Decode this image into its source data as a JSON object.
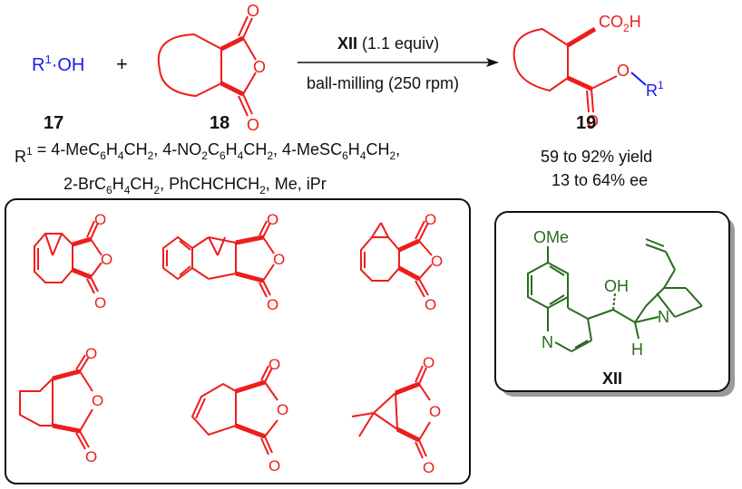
{
  "reactant_alcohol": {
    "r": "R",
    "r_sup": "1",
    "dot": "·",
    "oh": "OH",
    "number": "17"
  },
  "plus_sign": "+",
  "anhydride": {
    "o_carbonyl_top": "O",
    "o_ring": "O",
    "o_carbonyl_bottom": "O",
    "number": "18"
  },
  "arrow": {
    "catalyst": "XII",
    "catalyst_amount": " (1.1 equiv)",
    "conditions": "ball-milling (250 rpm)"
  },
  "product": {
    "acid_co": "CO",
    "acid_sub": "2",
    "acid_h": "H",
    "ester_o": "O",
    "carbonyl_o": "O",
    "r": "R",
    "r_sup": "1",
    "number": "19"
  },
  "substituents": {
    "prefix": "R",
    "prefix_sup": "1",
    "line1_segments": [
      {
        "t": " = 4-MeC",
        "s": ""
      },
      {
        "t": "6",
        "s": "sub"
      },
      {
        "t": "H",
        "s": ""
      },
      {
        "t": "4",
        "s": "sub"
      },
      {
        "t": "CH",
        "s": ""
      },
      {
        "t": "2",
        "s": "sub"
      },
      {
        "t": ", 4-NO",
        "s": ""
      },
      {
        "t": "2",
        "s": "sub"
      },
      {
        "t": "C",
        "s": ""
      },
      {
        "t": "6",
        "s": "sub"
      },
      {
        "t": "H",
        "s": ""
      },
      {
        "t": "4",
        "s": "sub"
      },
      {
        "t": "CH",
        "s": ""
      },
      {
        "t": "2",
        "s": "sub"
      },
      {
        "t": ", 4-MeSC",
        "s": ""
      },
      {
        "t": "6",
        "s": "sub"
      },
      {
        "t": "H",
        "s": ""
      },
      {
        "t": "4",
        "s": "sub"
      },
      {
        "t": "CH",
        "s": ""
      },
      {
        "t": "2",
        "s": "sub"
      },
      {
        "t": ",",
        "s": ""
      }
    ],
    "line2_segments": [
      {
        "t": "2-BrC",
        "s": ""
      },
      {
        "t": "6",
        "s": "sub"
      },
      {
        "t": "H",
        "s": ""
      },
      {
        "t": "4",
        "s": "sub"
      },
      {
        "t": "CH",
        "s": ""
      },
      {
        "t": "2",
        "s": "sub"
      },
      {
        "t": ",  PhCHCHCH",
        "s": ""
      },
      {
        "t": "2",
        "s": "sub"
      },
      {
        "t": ", Me, iPr",
        "s": ""
      }
    ]
  },
  "results": {
    "yield": "59 to 92% yield",
    "ee": "13 to 64% ee"
  },
  "substrate_box": {
    "o_label": "O"
  },
  "catalyst_box": {
    "ome": "OMe",
    "oh": "OH",
    "n_quinoline": "N",
    "n_quinuclidine": "N",
    "h": "H",
    "name": "XII"
  },
  "colors": {
    "substrate": "#ee1c1c",
    "alcohol": "#1a1aee",
    "catalyst": "#2a6b1f",
    "text": "#111111"
  }
}
